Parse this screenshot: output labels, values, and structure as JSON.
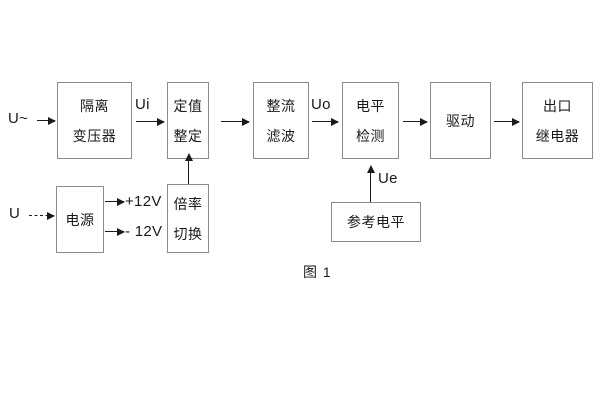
{
  "figure": {
    "caption": "图 1",
    "colors": {
      "box_border": "#8b8b8b",
      "line": "#1a1a1a",
      "text": "#1a1a1a",
      "background": "#ffffff"
    }
  },
  "signal_labels": {
    "input_ac": "U~",
    "input_dc": "U",
    "ui": "Ui",
    "uo": "Uo",
    "ue": "Ue",
    "rail_positive": "+12V",
    "rail_negative": "- 12V"
  },
  "blocks": {
    "isolation_transformer": {
      "line1": "隔离",
      "line2": "变压器"
    },
    "setting_value": {
      "line1": "定值",
      "line2": "整定"
    },
    "rectify_filter": {
      "line1": "整流",
      "line2": "滤波"
    },
    "level_detect": {
      "line1": "电平",
      "line2": "检测"
    },
    "drive": {
      "line1": "驱动"
    },
    "output_relay": {
      "line1": "出口",
      "line2": "继电器"
    },
    "power_supply": {
      "line1": "电源"
    },
    "ratio_switch": {
      "line1": "倍率",
      "line2": "切换"
    },
    "reference_level": {
      "line1": "参考电平"
    }
  }
}
